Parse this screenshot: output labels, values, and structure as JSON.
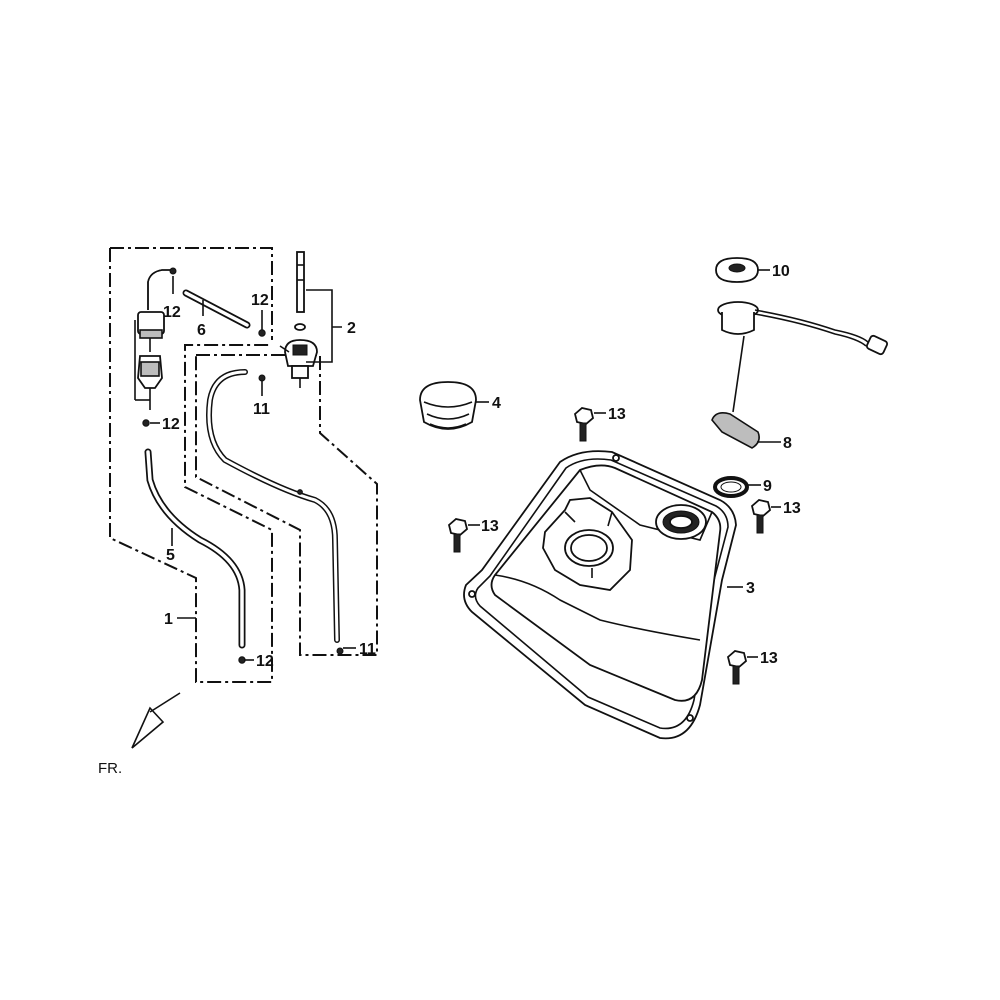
{
  "callouts": {
    "c1": "1",
    "c2": "2",
    "c3": "3",
    "c4": "4",
    "c5": "5",
    "c6": "6",
    "c8": "8",
    "c9": "9",
    "c10": "10",
    "c11a": "11",
    "c11b": "11",
    "c12a": "12",
    "c12b": "12",
    "c12c": "12",
    "c12d": "12",
    "c13a": "13",
    "c13b": "13",
    "c13c": "13",
    "c13d": "13"
  },
  "orientation": {
    "label": "FR."
  }
}
